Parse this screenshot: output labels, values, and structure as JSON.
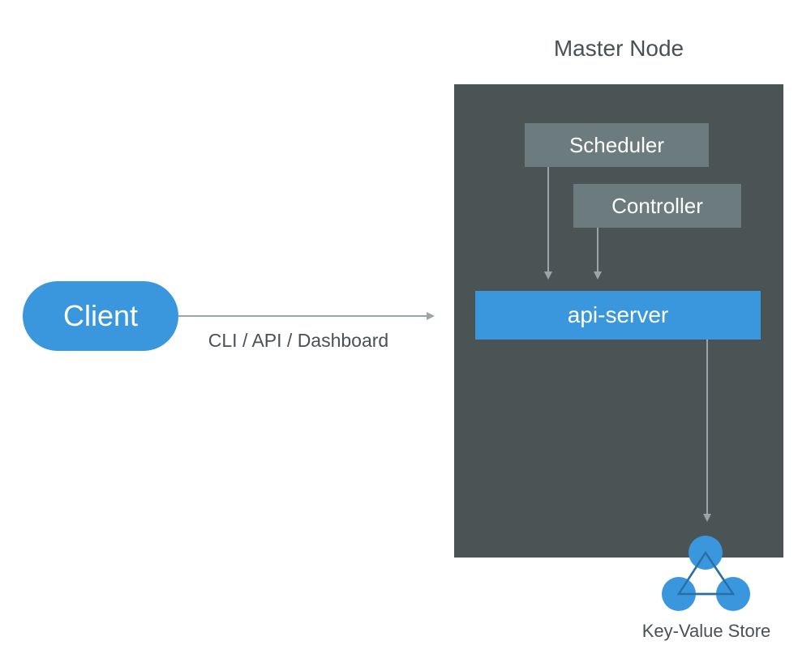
{
  "title": "Master Node",
  "nodes": {
    "client": "Client",
    "scheduler": "Scheduler",
    "controller": "Controller",
    "api_server": "api-server",
    "kv_store": "Key-Value Store"
  },
  "edges": [
    {
      "from": "client",
      "to": "api_server",
      "label": "CLI / API / Dashboard"
    },
    {
      "from": "scheduler",
      "to": "api_server",
      "label": ""
    },
    {
      "from": "controller",
      "to": "api_server",
      "label": ""
    },
    {
      "from": "api_server",
      "to": "kv_store",
      "label": ""
    }
  ],
  "colors": {
    "master_bg": "#4b5455",
    "component_box": "#6c7c7e",
    "api_server": "#3a96dd",
    "client": "#3a96dd",
    "arrow": "#9aa5aa",
    "kv_node": "#3a96dd",
    "kv_edge": "#2a6ea8",
    "text_dark": "#4a5054"
  }
}
